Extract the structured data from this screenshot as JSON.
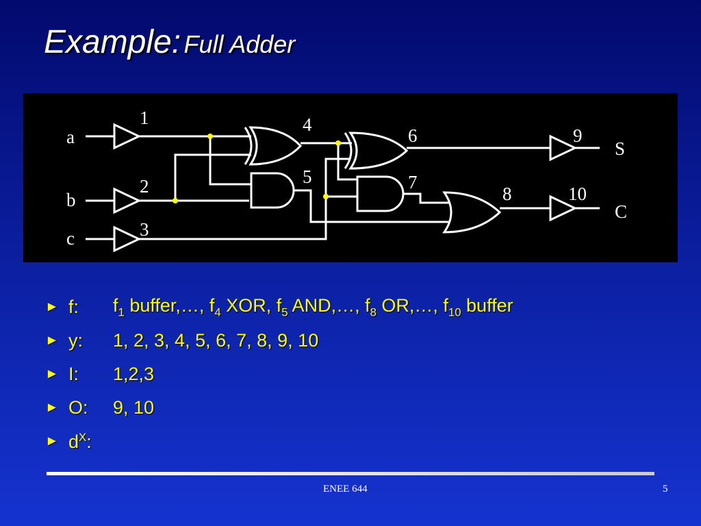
{
  "title": {
    "main": "Example:",
    "sub": "Full Adder"
  },
  "circuit": {
    "inputs": [
      "a",
      "b",
      "c"
    ],
    "outputs": [
      "S",
      "C"
    ],
    "node_labels": [
      "1",
      "2",
      "3",
      "4",
      "5",
      "6",
      "7",
      "8",
      "9",
      "10"
    ]
  },
  "bullets": [
    {
      "label": "f:",
      "parts": [
        {
          "text": "f"
        },
        {
          "sub": "1"
        },
        {
          "text": " buffer,…, f"
        },
        {
          "sub": "4"
        },
        {
          "text": " XOR, f"
        },
        {
          "sub": "5"
        },
        {
          "text": " AND,…, f"
        },
        {
          "sub": "8"
        },
        {
          "text": " OR,…, f"
        },
        {
          "sub": "10"
        },
        {
          "text": " buffer"
        }
      ]
    },
    {
      "label": "y:",
      "parts": [
        {
          "text": "1, 2, 3, 4, 5, 6, 7, 8, 9, 10"
        }
      ]
    },
    {
      "label": "I:",
      "parts": [
        {
          "text": "1,2,3"
        }
      ]
    },
    {
      "label": "O:",
      "parts": [
        {
          "text": "9, 10"
        }
      ]
    },
    {
      "label": "d",
      "label_sup": "X",
      "label_suffix": ":",
      "parts": []
    }
  ],
  "footer": {
    "center": "ENEE 644",
    "page": "5"
  },
  "colors": {
    "bullet_text": "#ffff00",
    "junction_dot": "#ffff00",
    "wire": "#ffffff",
    "circuit_background": "#000000"
  }
}
